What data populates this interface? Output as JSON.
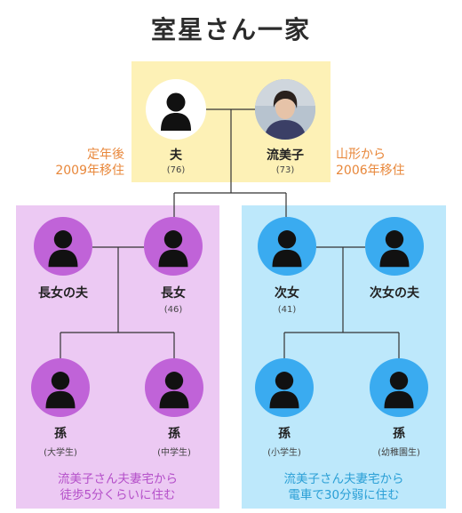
{
  "title": "室星さん一家",
  "colors": {
    "top_box": "#fdf1b6",
    "left_box": "#ecc9f3",
    "right_box": "#bde8fb",
    "purple_circle": "#c063d8",
    "blue_circle": "#3aabf0",
    "note_orange": "#e8873a",
    "foot_purple": "#b44fc9",
    "foot_blue": "#2a9fd6"
  },
  "top": {
    "husband": {
      "name": "夫",
      "age": "(76)",
      "icon": "person-silhouette-icon"
    },
    "wife": {
      "name": "流美子",
      "age": "(73)",
      "icon": "person-photo"
    },
    "note_left": [
      "定年後",
      "2009年移住"
    ],
    "note_right": [
      "山形から",
      "2006年移住"
    ]
  },
  "left": {
    "parent1": {
      "name": "長女の夫",
      "age": ""
    },
    "parent2": {
      "name": "長女",
      "age": "(46)"
    },
    "child1": {
      "name": "孫",
      "age": "(大学生)"
    },
    "child2": {
      "name": "孫",
      "age": "(中学生)"
    },
    "footnote": [
      "流美子さん夫妻宅から",
      "徒歩5分くらいに住む"
    ]
  },
  "right": {
    "parent1": {
      "name": "次女",
      "age": "(41)"
    },
    "parent2": {
      "name": "次女の夫",
      "age": ""
    },
    "child1": {
      "name": "孫",
      "age": "(小学生)"
    },
    "child2": {
      "name": "孫",
      "age": "(幼稚園生)"
    },
    "footnote": [
      "流美子さん夫妻宅から",
      "電車で30分弱に住む"
    ]
  }
}
